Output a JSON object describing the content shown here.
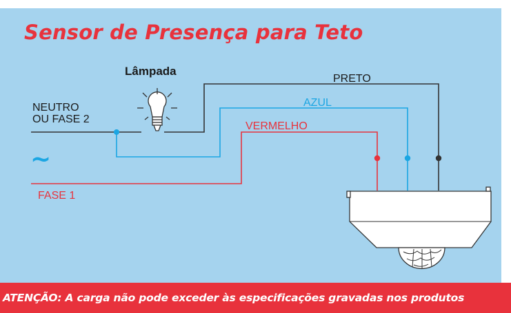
{
  "title": "Sensor de Presença para Teto",
  "lamp_label": "Lâmpada",
  "wires": {
    "neutral_line1": "NEUTRO",
    "neutral_line2": "OU FASE 2",
    "black": "PRETO",
    "blue": "AZUL",
    "red": "VERMELHO",
    "phase1": "FASE 1",
    "ac_symbol": "~"
  },
  "colors": {
    "background": "#a5d3ee",
    "title_red": "#e8323c",
    "wire_black": "#333333",
    "wire_blue": "#1ba6e3",
    "wire_red": "#e8323c",
    "sensor_body": "#ffffff"
  },
  "icons": [
    "light-bulb-icon",
    "sensor-device-icon"
  ],
  "warning": "ATENÇÃO: A carga não pode exceder às especificações gravadas nos produtos"
}
